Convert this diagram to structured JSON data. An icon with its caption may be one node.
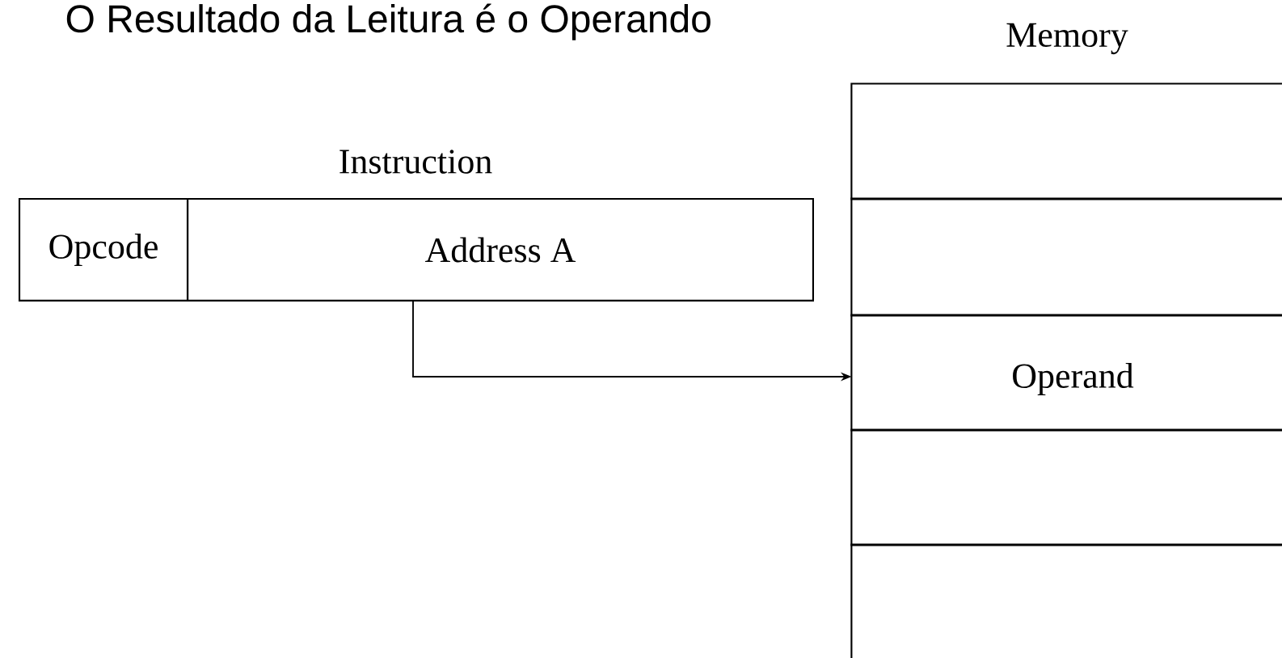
{
  "diagram": {
    "title": "O Resultado da Leitura é o Operando",
    "nodes": [
      {
        "text": [
          "Opcode"
        ]
      },
      {
        "text": [
          "Address A"
        ]
      },
      {
        "text": [],
        "shape": "box"
      },
      {
        "text": [],
        "shape": "box"
      },
      {
        "text": [
          "Operand"
        ]
      },
      {
        "text": [],
        "shape": "box"
      },
      {
        "text": [],
        "shape": "box"
      }
    ],
    "edges": [
      {
        "from": 1,
        "to": 4,
        "arrow": "to"
      }
    ],
    "labels": [
      "Memory",
      "Instruction"
    ]
  }
}
